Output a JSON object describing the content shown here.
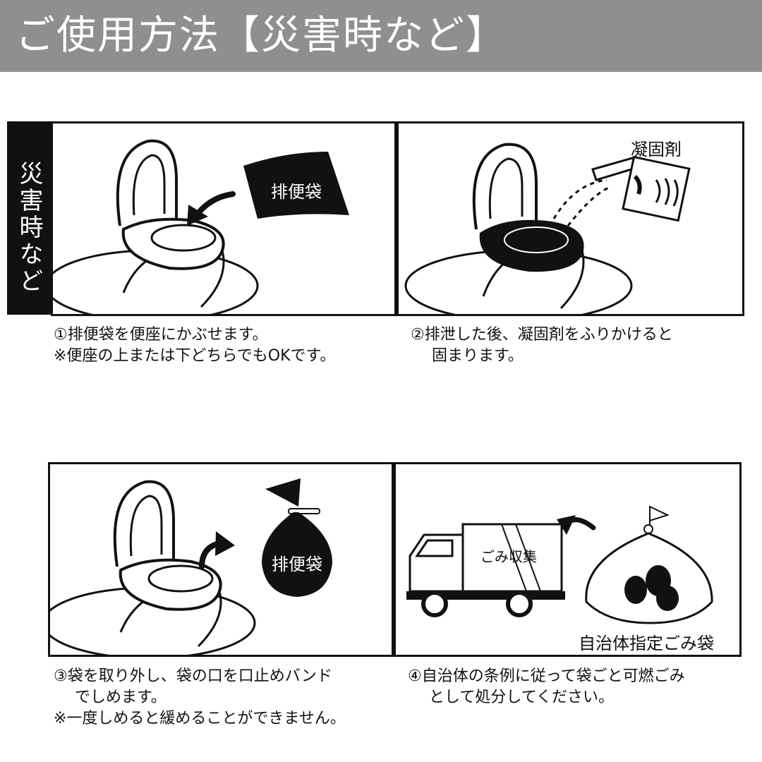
{
  "header": {
    "title": "ご使用方法【災害時など】"
  },
  "side_tab": {
    "label": "災害時など"
  },
  "steps": [
    {
      "bag_label": "排便袋",
      "caption_lines": [
        "①排便袋を便座にかぶせます。",
        "※便座の上または下どちらでもOKです。"
      ]
    },
    {
      "agent_label": "凝固剤",
      "caption_lines": [
        "②排泄した後、凝固剤をふりかけると",
        "固まります。"
      ]
    },
    {
      "bag_label": "排便袋",
      "caption_lines": [
        "③袋を取り外し、袋の口を口止めバンド",
        "でしめます。",
        "※一度しめると緩めることができません。"
      ]
    },
    {
      "truck_label": "ごみ収集",
      "garbage_bag_label": "自治体指定ごみ袋",
      "caption_lines": [
        "④自治体の条例に従って袋ごと可燃ごみ",
        "として処分してください。"
      ]
    }
  ]
}
